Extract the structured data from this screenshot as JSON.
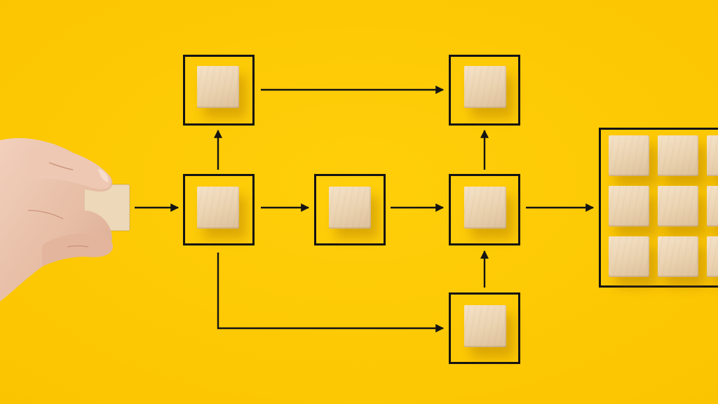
{
  "scene": {
    "background_color": "#ffc800",
    "line_color": "#141414",
    "block_color": "#ecd6b6",
    "skin_color": "#e9c3ad"
  },
  "nodes": [
    {
      "id": "top-left"
    },
    {
      "id": "top-right"
    },
    {
      "id": "mid-1"
    },
    {
      "id": "mid-2"
    },
    {
      "id": "mid-3"
    },
    {
      "id": "bottom-right"
    },
    {
      "id": "output-grid"
    }
  ],
  "output_grid": {
    "rows": 3,
    "visible_columns": 3
  },
  "icons": [
    "arrow-right-icon",
    "arrow-up-icon",
    "hand-icon",
    "wooden-block-icon"
  ]
}
